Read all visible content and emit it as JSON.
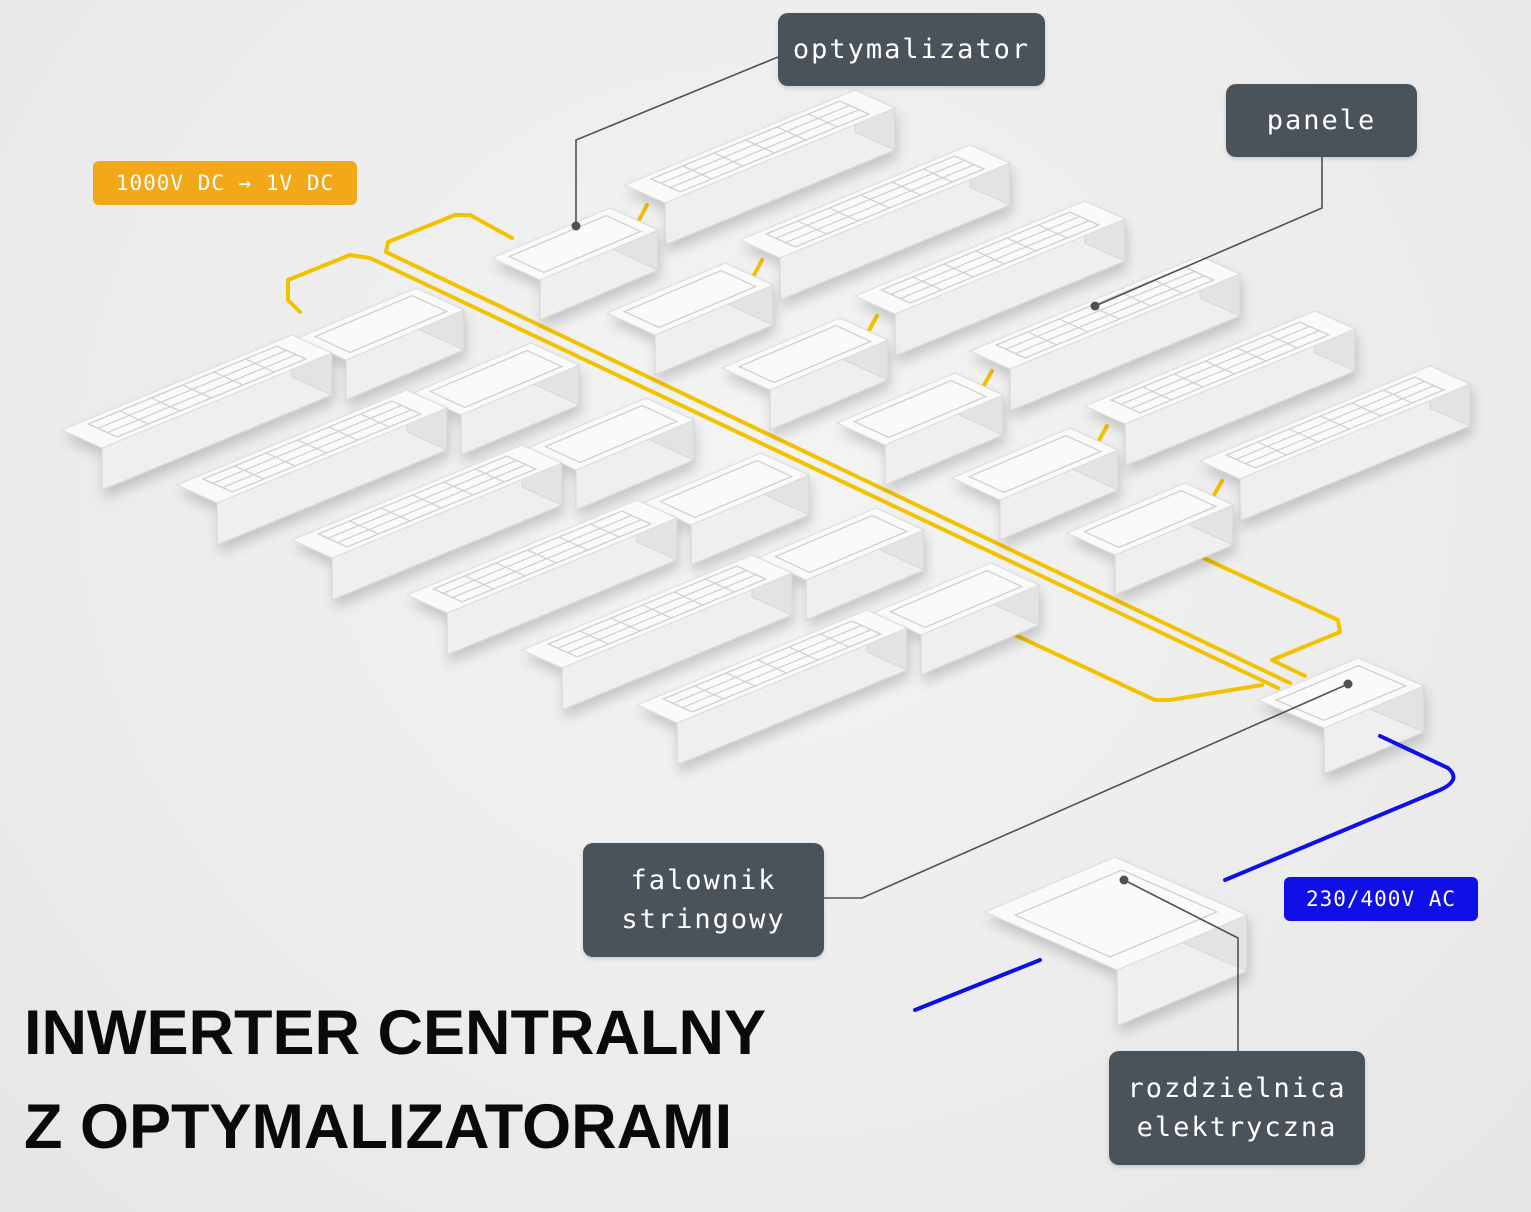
{
  "labels": {
    "optymalizator": "optymalizator",
    "panele": "panele",
    "falownik_line1": "falownik",
    "falownik_line2": "stringowy",
    "rozdzielnica_line1": "rozdzielnica",
    "rozdzielnica_line2": "elektryczna"
  },
  "badges": {
    "dc_voltage": "1000V DC → 1V DC",
    "ac_voltage": "230/400V AC"
  },
  "title": {
    "line1": "INWERTER CENTRALNY",
    "line2": "Z OPTYMALIZATORAMI"
  },
  "colors": {
    "dc_wire": "#f2c200",
    "ac_wire": "#1010e6",
    "label_bg": "#4b535a",
    "dc_badge": "#f2a818",
    "ac_badge": "#1010e6",
    "box_top": "#fafafa",
    "box_left": "#efefef",
    "box_right": "#e3e3e3",
    "pointer_line": "#4b535a"
  },
  "icons": {
    "solar_panel": "solar-panel-icon",
    "optimizer": "optimizer-box-icon",
    "inverter": "string-inverter-icon",
    "switchboard": "switchboard-icon"
  }
}
